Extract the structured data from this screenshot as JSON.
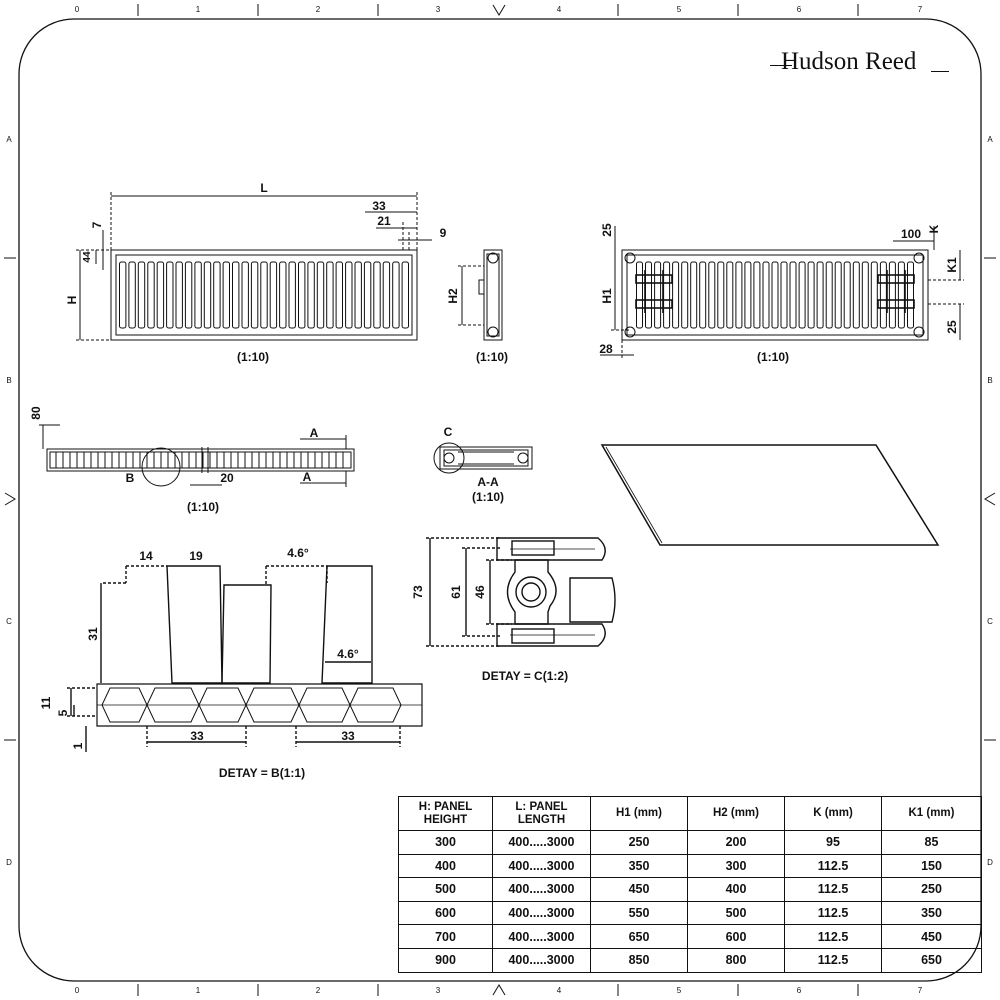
{
  "brand": {
    "name": "Hudson Reed"
  },
  "frame": {
    "columns": [
      "0",
      "1",
      "2",
      "3",
      "4",
      "5",
      "6",
      "7"
    ],
    "rows": [
      "A",
      "B",
      "C",
      "D"
    ]
  },
  "views": {
    "front": {
      "scale": "(1:10)",
      "dims": {
        "L": "L",
        "H": "H",
        "d7": "7",
        "d44": "44",
        "d33": "33",
        "d21": "21",
        "d9": "9"
      }
    },
    "side": {
      "scale": "(1:10)",
      "dims": {
        "H2": "H2"
      }
    },
    "rear": {
      "scale": "(1:10)",
      "dims": {
        "H1": "H1",
        "d25top": "25",
        "d100": "100",
        "K": "K",
        "K1": "K1",
        "d25bot": "25",
        "d28": "28"
      }
    },
    "top": {
      "scale": "(1:10)",
      "dims": {
        "d80": "80",
        "d20": "20"
      },
      "section_label": "A",
      "detail_label": "B"
    },
    "section": {
      "title": "A-A",
      "scale": "(1:10)",
      "detail_label": "C"
    },
    "detail_b": {
      "caption": "DETAY = B(1:1)",
      "dims": {
        "d14": "14",
        "d19": "19",
        "angle_top": "4.6°",
        "d31": "31",
        "angle_mid": "4.6°",
        "d11": "11",
        "d5": "5",
        "d1": "1",
        "d33a": "33",
        "d33b": "33"
      }
    },
    "detail_c": {
      "caption": "DETAY = C(1:2)",
      "dims": {
        "d73": "73",
        "d61": "61",
        "d46": "46"
      }
    }
  },
  "spec_table": {
    "headers": [
      [
        "H: PANEL",
        "HEIGHT"
      ],
      [
        "L: PANEL",
        "LENGTH"
      ],
      [
        "H1 (mm)"
      ],
      [
        "H2 (mm)"
      ],
      [
        "K (mm)"
      ],
      [
        "K1 (mm)"
      ]
    ],
    "rows": [
      [
        "300",
        "400.....3000",
        "250",
        "200",
        "95",
        "85"
      ],
      [
        "400",
        "400.....3000",
        "350",
        "300",
        "112.5",
        "150"
      ],
      [
        "500",
        "400.....3000",
        "450",
        "400",
        "112.5",
        "250"
      ],
      [
        "600",
        "400.....3000",
        "550",
        "500",
        "112.5",
        "350"
      ],
      [
        "700",
        "400.....3000",
        "650",
        "600",
        "112.5",
        "450"
      ],
      [
        "900",
        "400.....3000",
        "850",
        "800",
        "112.5",
        "650"
      ]
    ]
  }
}
